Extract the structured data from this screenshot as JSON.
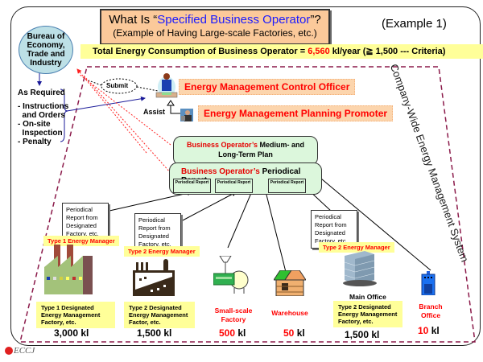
{
  "title": {
    "prefix": "What Is “",
    "highlight": "Specified Business Operator",
    "suffix": "”?",
    "subtitle": "(Example of Having Large-scale Factories, etc.)",
    "example_label": "(Example 1)"
  },
  "total": {
    "label": "Total Energy Consumption of Business Operator = ",
    "value": "6,560",
    "unit": " kl/year (≧  1,500 --- Criteria)"
  },
  "bureau": {
    "label": "Bureau of Economy, Trade and Industry"
  },
  "as_required": {
    "heading": "As Required",
    "items": [
      "- Instructions",
      "  and Orders",
      "- On-site",
      "  Inspection",
      "- Penalty"
    ]
  },
  "submit_label": "Submit",
  "assist_label": "Assist",
  "roles": {
    "control_officer": "Energy Management Control Officer",
    "planning_promoter": "Energy Management Planning Promoter"
  },
  "plans": {
    "medium_long": {
      "red": "Business Operator’s",
      "rest": " Medium- and",
      "line2": "Long-Term Plan"
    },
    "periodical": {
      "red": "Business Operator’s",
      "rest": " Periodical Report"
    },
    "small_reports": [
      "Periodical Report",
      "Periodical Report",
      "Periodical Report"
    ]
  },
  "notes": [
    "Periodical Report from Designated Factory, etc.",
    "Periodical Report from Designated Factory, etc.",
    "Periodical Report from Designated Factory, etc."
  ],
  "managers": [
    "Type 1 Energy Manager",
    "Type 2 Energy Manager",
    "Type 2 Energy Manager"
  ],
  "system_label": "Company-Wide Energy Management System",
  "facilities": [
    {
      "name": "Type 1 Designated Energy Management Factory, etc.",
      "amount": "3,000",
      "unit": " kl",
      "icon": "factory-icon"
    },
    {
      "name": "Type 2 Designated Energy Management Factor, etc.",
      "amount": "1,500",
      "unit": " kl",
      "icon": "factory-icon"
    },
    {
      "name": "Small-scale Factory",
      "amount": "500",
      "unit": " kl",
      "icon": "small-factory-icon"
    },
    {
      "name": "Warehouse",
      "amount": "50",
      "unit": " kl",
      "icon": "warehouse-icon"
    },
    {
      "name": "Type 2 Designated Energy Management Factory, etc.",
      "label": "Main Office",
      "amount": "1,500",
      "unit": " kl",
      "icon": "office-building-icon"
    },
    {
      "name": "Branch Office",
      "amount": "10",
      "unit": " kl",
      "icon": "branch-office-icon"
    }
  ],
  "footer_logo": "ECCJ",
  "colors": {
    "accent_red": "#ff0000",
    "title_bg": "#fbc99a",
    "highlight_yellow": "#ffff99",
    "plan_green": "#dcf7dc",
    "dashed_border": "#8b1a4a"
  }
}
